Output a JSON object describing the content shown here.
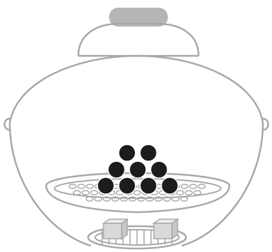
{
  "figure": {
    "kind": "kettle-grill-cutaway",
    "line_color": "#a8a8a8",
    "handle_color": "#b5b5b5",
    "briquette_color": "#1c1c1c",
    "starter_cube_color": "#d9d9d9",
    "background": "#ffffff"
  },
  "briquettes": {
    "count": 9,
    "arrangement": "pyramid",
    "rows": [
      2,
      3,
      4
    ]
  },
  "starter_cubes": {
    "count": 2
  }
}
